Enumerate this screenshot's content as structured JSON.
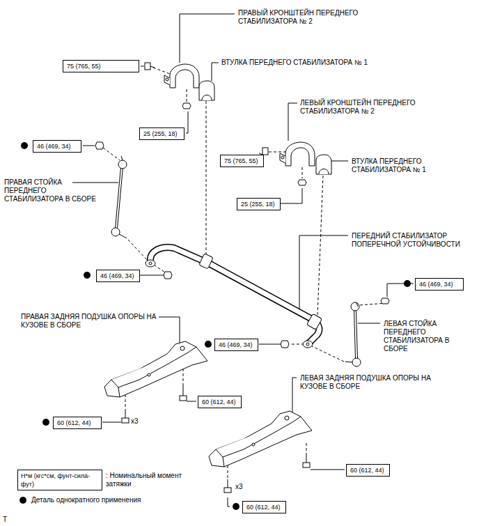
{
  "diagram": {
    "nodes": [
      {
        "text": [
          "75 (765, 55)"
        ]
      },
      {
        "text": [
          "25 (255, 18)"
        ]
      },
      {
        "text": [
          "46 (469, 34)"
        ]
      },
      {
        "text": [
          "75 (765, 55)"
        ]
      },
      {
        "text": [
          "25 (255, 18)"
        ]
      },
      {
        "text": [
          "46 (469, 34)"
        ]
      },
      {
        "text": [
          "46 (469, 34)"
        ]
      },
      {
        "text": [
          "46 (469, 34)"
        ]
      },
      {
        "text": [
          "60 (612, 44)"
        ]
      },
      {
        "text": [
          "60 (612, 44)"
        ]
      },
      {
        "text": [
          "60 (612, 44)"
        ]
      },
      {
        "text": [
          "60 (612, 44)"
        ]
      },
      {
        "text": [
          "Н*м (кгс*см, фунт-сила-фут)"
        ]
      }
    ],
    "labels": [
      "ПРАВЫЙ КРОНШТЕЙН ПЕРЕДНЕГО СТАБИЛИЗАТОРА № 2",
      "ВТУЛКА ПЕРЕДНЕГО СТАБИЛИЗАТОРА № 1",
      "ЛЕВЫЙ КРОНШТЕЙН ПЕРЕДНЕГО СТАБИЛИЗАТОРА № 2",
      "ВТУЛКА ПЕРЕДНЕГО СТАБИЛИЗАТОРА № 1",
      "ПРАВАЯ СТОЙКА ПЕРЕДНЕГО СТАБИЛИЗАТОРА В СБОРЕ",
      "ПЕРЕДНИЙ СТАБИЛИЗАТОР ПОПЕРЕЧНОЙ УСТОЙЧИВОСТИ",
      "ПРАВАЯ ЗАДНЯЯ ПОДУШКА ОПОРЫ НА КУЗОВЕ В СБОРЕ",
      "ЛЕВАЯ СТОЙКА ПЕРЕДНЕГО СТАБИЛИЗАТОРА В СБОРЕ",
      "ЛЕВАЯ ЗАДНЯЯ ПОДУШКА ОПОРЫ НА КУЗОВЕ В СБОРЕ",
      "x3",
      "x3",
      "T"
    ],
    "legend": [
      {
        "text": ": Номинальный момент затяжки"
      },
      {
        "text": "Деталь однократного применения"
      }
    ]
  }
}
